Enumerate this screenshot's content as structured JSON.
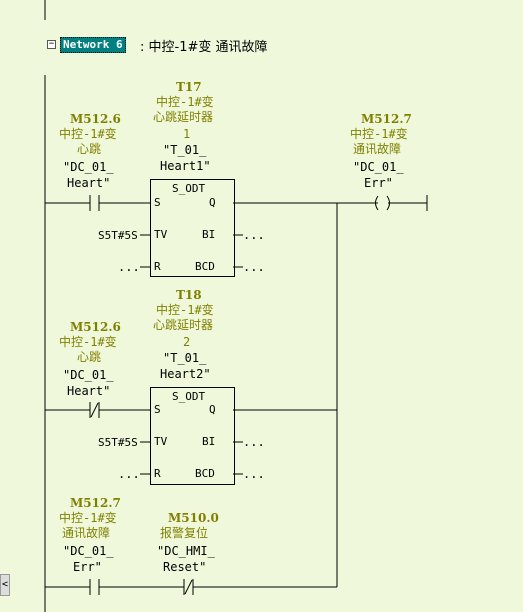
{
  "network": {
    "label": "Network 6",
    "title": ": 中控-1#变 通讯故障",
    "collapse": "−"
  },
  "rung1": {
    "contact": {
      "addr": "M512.6",
      "c1": "中控-1#变",
      "c2": "心跳",
      "s1": "\"DC_01_",
      "s2": "Heart\""
    },
    "timer": {
      "addr": "T17",
      "c1": "中控-1#变",
      "c2": "心跳延时器",
      "c3": "1",
      "s1": "\"T_01_",
      "s2": "Heart1\"",
      "type": "S_ODT",
      "pin_s": "S",
      "pin_q": "Q",
      "pin_tv": "TV",
      "pin_bi": "BI",
      "pin_r": "R",
      "pin_bcd": "BCD",
      "tv": "S5T#5S",
      "r": "...",
      "bi_out": "...",
      "bcd_out": "..."
    },
    "coil": {
      "addr": "M512.7",
      "c1": "中控-1#变",
      "c2": "通讯故障",
      "s1": "\"DC_01_",
      "s2": "Err\"",
      "sym": "( )"
    }
  },
  "rung2": {
    "contact": {
      "addr": "M512.6",
      "c1": "中控-1#变",
      "c2": "心跳",
      "s1": "\"DC_01_",
      "s2": "Heart\""
    },
    "timer": {
      "addr": "T18",
      "c1": "中控-1#变",
      "c2": "心跳延时器",
      "c3": "2",
      "s1": "\"T_01_",
      "s2": "Heart2\"",
      "type": "S_ODT",
      "pin_s": "S",
      "pin_q": "Q",
      "pin_tv": "TV",
      "pin_bi": "BI",
      "pin_r": "R",
      "pin_bcd": "BCD",
      "tv": "S5T#5S",
      "r": "...",
      "bi_out": "...",
      "bcd_out": "..."
    }
  },
  "rung3": {
    "contact1": {
      "addr": "M512.7",
      "c1": "中控-1#变",
      "c2": "通讯故障",
      "s1": "\"DC_01_",
      "s2": "Err\""
    },
    "contact2": {
      "addr": "M510.0",
      "c1": "报警复位",
      "s1": "\"DC_HMI_",
      "s2": "Reset\""
    }
  },
  "scroll_arrow": "<"
}
